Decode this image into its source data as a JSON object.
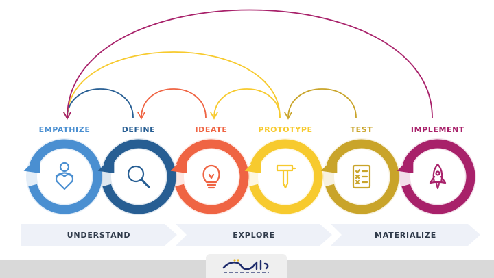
{
  "stages": [
    {
      "label": "EMPATHIZE",
      "color": "#4a8fd1",
      "icon": "person-heart-icon"
    },
    {
      "label": "DEFINE",
      "color": "#275e93",
      "icon": "magnifier-icon"
    },
    {
      "label": "IDEATE",
      "color": "#ef6443",
      "icon": "lightbulb-icon"
    },
    {
      "label": "PROTOTYPE",
      "color": "#f7ca2e",
      "icon": "hammer-icon"
    },
    {
      "label": "TEST",
      "color": "#c9a42a",
      "icon": "checklist-icon"
    },
    {
      "label": "IMPLEMENT",
      "color": "#a8216a",
      "icon": "rocket-icon"
    }
  ],
  "phases": [
    {
      "label": "UNDERSTAND"
    },
    {
      "label": "EXPLORE"
    },
    {
      "label": "MATERIALIZE"
    }
  ],
  "arrows": [
    {
      "from": "DEFINE",
      "to": "EMPATHIZE",
      "color": "#275e93"
    },
    {
      "from": "IDEATE",
      "to": "DEFINE",
      "color": "#ef6443"
    },
    {
      "from": "PROTOTYPE",
      "to": "IDEATE",
      "color": "#f7ca2e"
    },
    {
      "from": "TEST",
      "to": "PROTOTYPE",
      "color": "#c9a42a"
    },
    {
      "from": "PROTOTYPE",
      "to": "EMPATHIZE",
      "color": "#f7ca2e"
    },
    {
      "from": "IMPLEMENT",
      "to": "EMPATHIZE",
      "color": "#a8216a"
    }
  ],
  "colors": {
    "phase_band": "#eef1f8",
    "phase_text": "#2f3a4a",
    "footer": "#d9d9d9",
    "logo_box": "#efefef",
    "logo_ink": "#1d2a6b",
    "logo_accent": "#e6b628"
  },
  "logo": {
    "name": "logo-icon"
  }
}
